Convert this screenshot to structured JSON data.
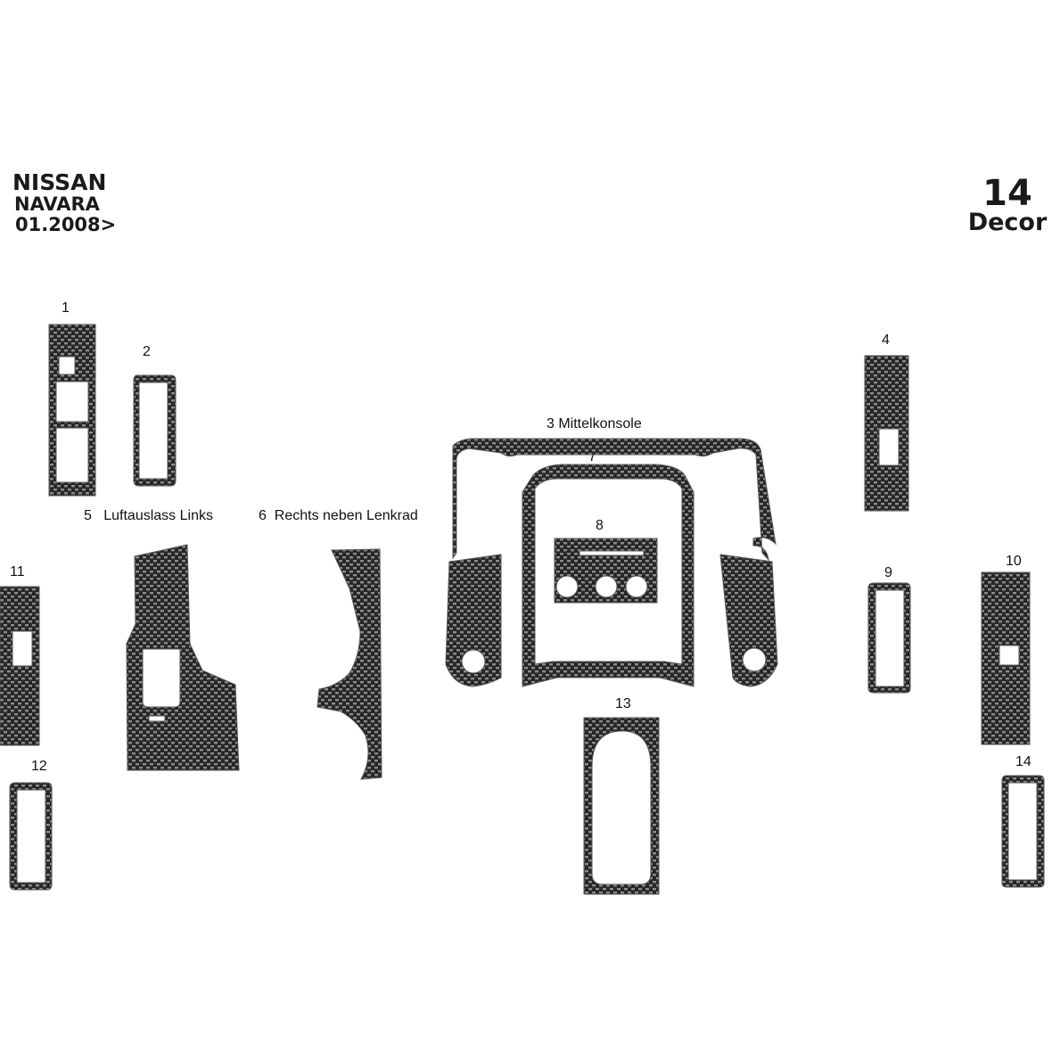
{
  "header": {
    "make": "NISSAN",
    "model": "NAVARA",
    "date": "01.2008>",
    "count": "14",
    "product": "Decor"
  },
  "labels": {
    "p1": "1",
    "p2": "2",
    "p3": "3 Mittelkonsole",
    "p4": "4",
    "p5": "5   Luftauslass Links",
    "p6": "6  Rechts neben Lenkrad",
    "p7": "7",
    "p8": "8",
    "p9": "9",
    "p10": "10",
    "p11": "11",
    "p12": "12",
    "p13": "13",
    "p14": "14"
  },
  "colors": {
    "carbon_base": "#262626",
    "carbon_light": "#8c8c8c",
    "outline": "#555555",
    "text": "#111111"
  }
}
